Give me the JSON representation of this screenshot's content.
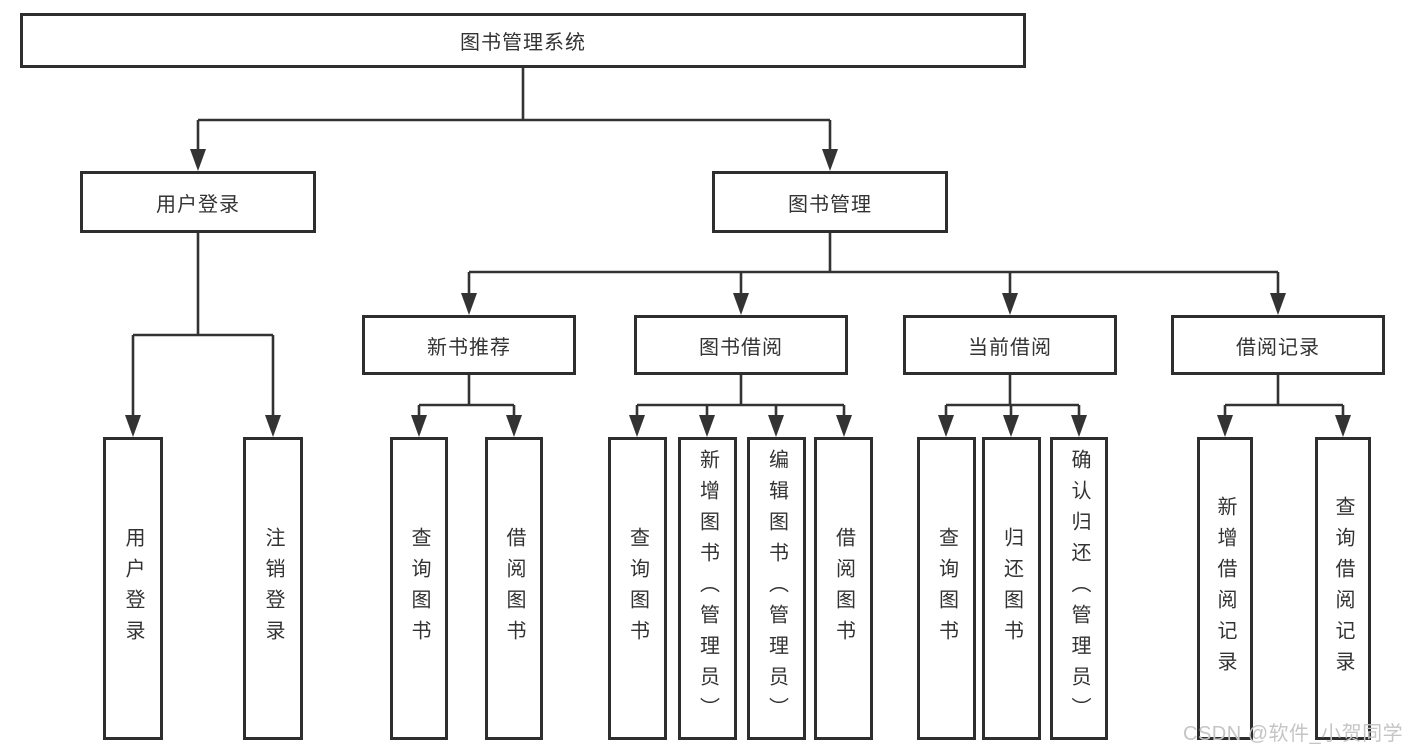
{
  "diagram": {
    "root": {
      "label": "图书管理系统"
    },
    "branches": [
      {
        "label": "用户登录",
        "children": [
          {
            "label": "用户登录"
          },
          {
            "label": "注销登录"
          }
        ]
      },
      {
        "label": "图书管理",
        "modules": [
          {
            "label": "新书推荐",
            "children": [
              {
                "label": "查询图书"
              },
              {
                "label": "借阅图书"
              }
            ]
          },
          {
            "label": "图书借阅",
            "children": [
              {
                "label": "查询图书"
              },
              {
                "label": "新增图书（管理员）"
              },
              {
                "label": "编辑图书（管理员）"
              },
              {
                "label": "借阅图书"
              }
            ]
          },
          {
            "label": "当前借阅",
            "children": [
              {
                "label": "查询图书"
              },
              {
                "label": "归还图书"
              },
              {
                "label": "确认归还（管理员）"
              }
            ]
          },
          {
            "label": "借阅记录",
            "children": [
              {
                "label": "新增借阅记录"
              },
              {
                "label": "查询借阅记录"
              }
            ]
          }
        ]
      }
    ]
  },
  "watermark": "CSDN @软件_小贺同学",
  "colors": {
    "line": "#333333",
    "border": "#2e2e2e",
    "text": "#333333",
    "watermark": "#c6c5c5",
    "background": "#ffffff"
  }
}
